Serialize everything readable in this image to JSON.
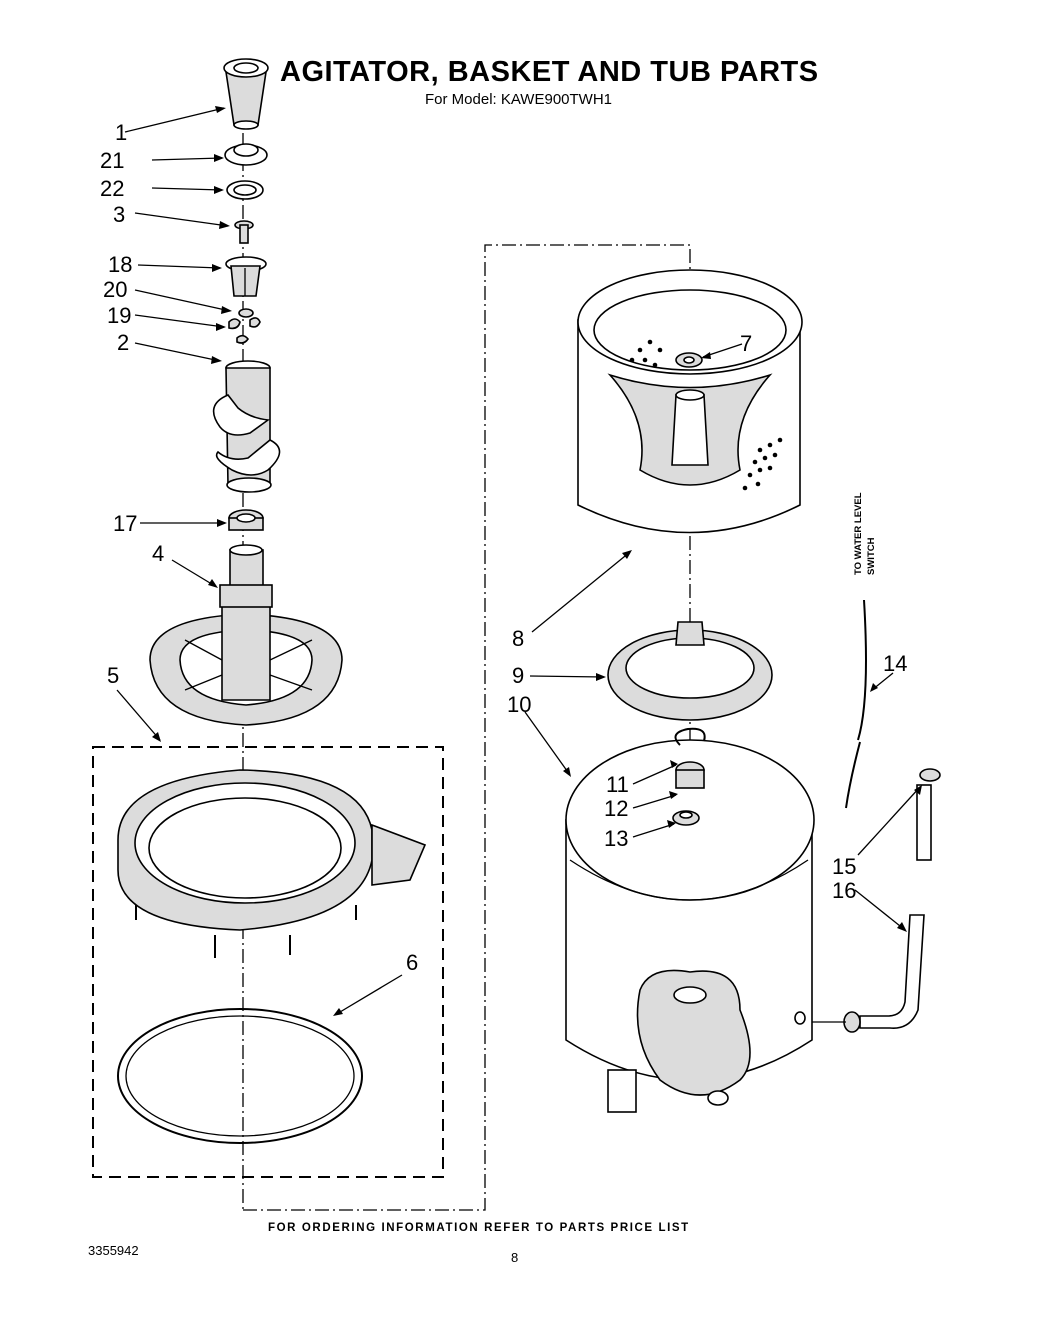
{
  "header": {
    "title": "AGITATOR, BASKET AND TUB PARTS",
    "subtitle": "For Model: KAWE900TWH1"
  },
  "side_label": {
    "line1": "TO WATER LEVEL",
    "line2": "SWITCH"
  },
  "footer": {
    "ordering_note": "FOR ORDERING INFORMATION REFER TO PARTS PRICE LIST",
    "document_number": "3355942",
    "page_number": "8"
  },
  "callouts": [
    "1",
    "21",
    "22",
    "3",
    "18",
    "20",
    "19",
    "2",
    "17",
    "4",
    "5",
    "6",
    "7",
    "8",
    "9",
    "10",
    "11",
    "12",
    "13",
    "14",
    "15",
    "16"
  ]
}
